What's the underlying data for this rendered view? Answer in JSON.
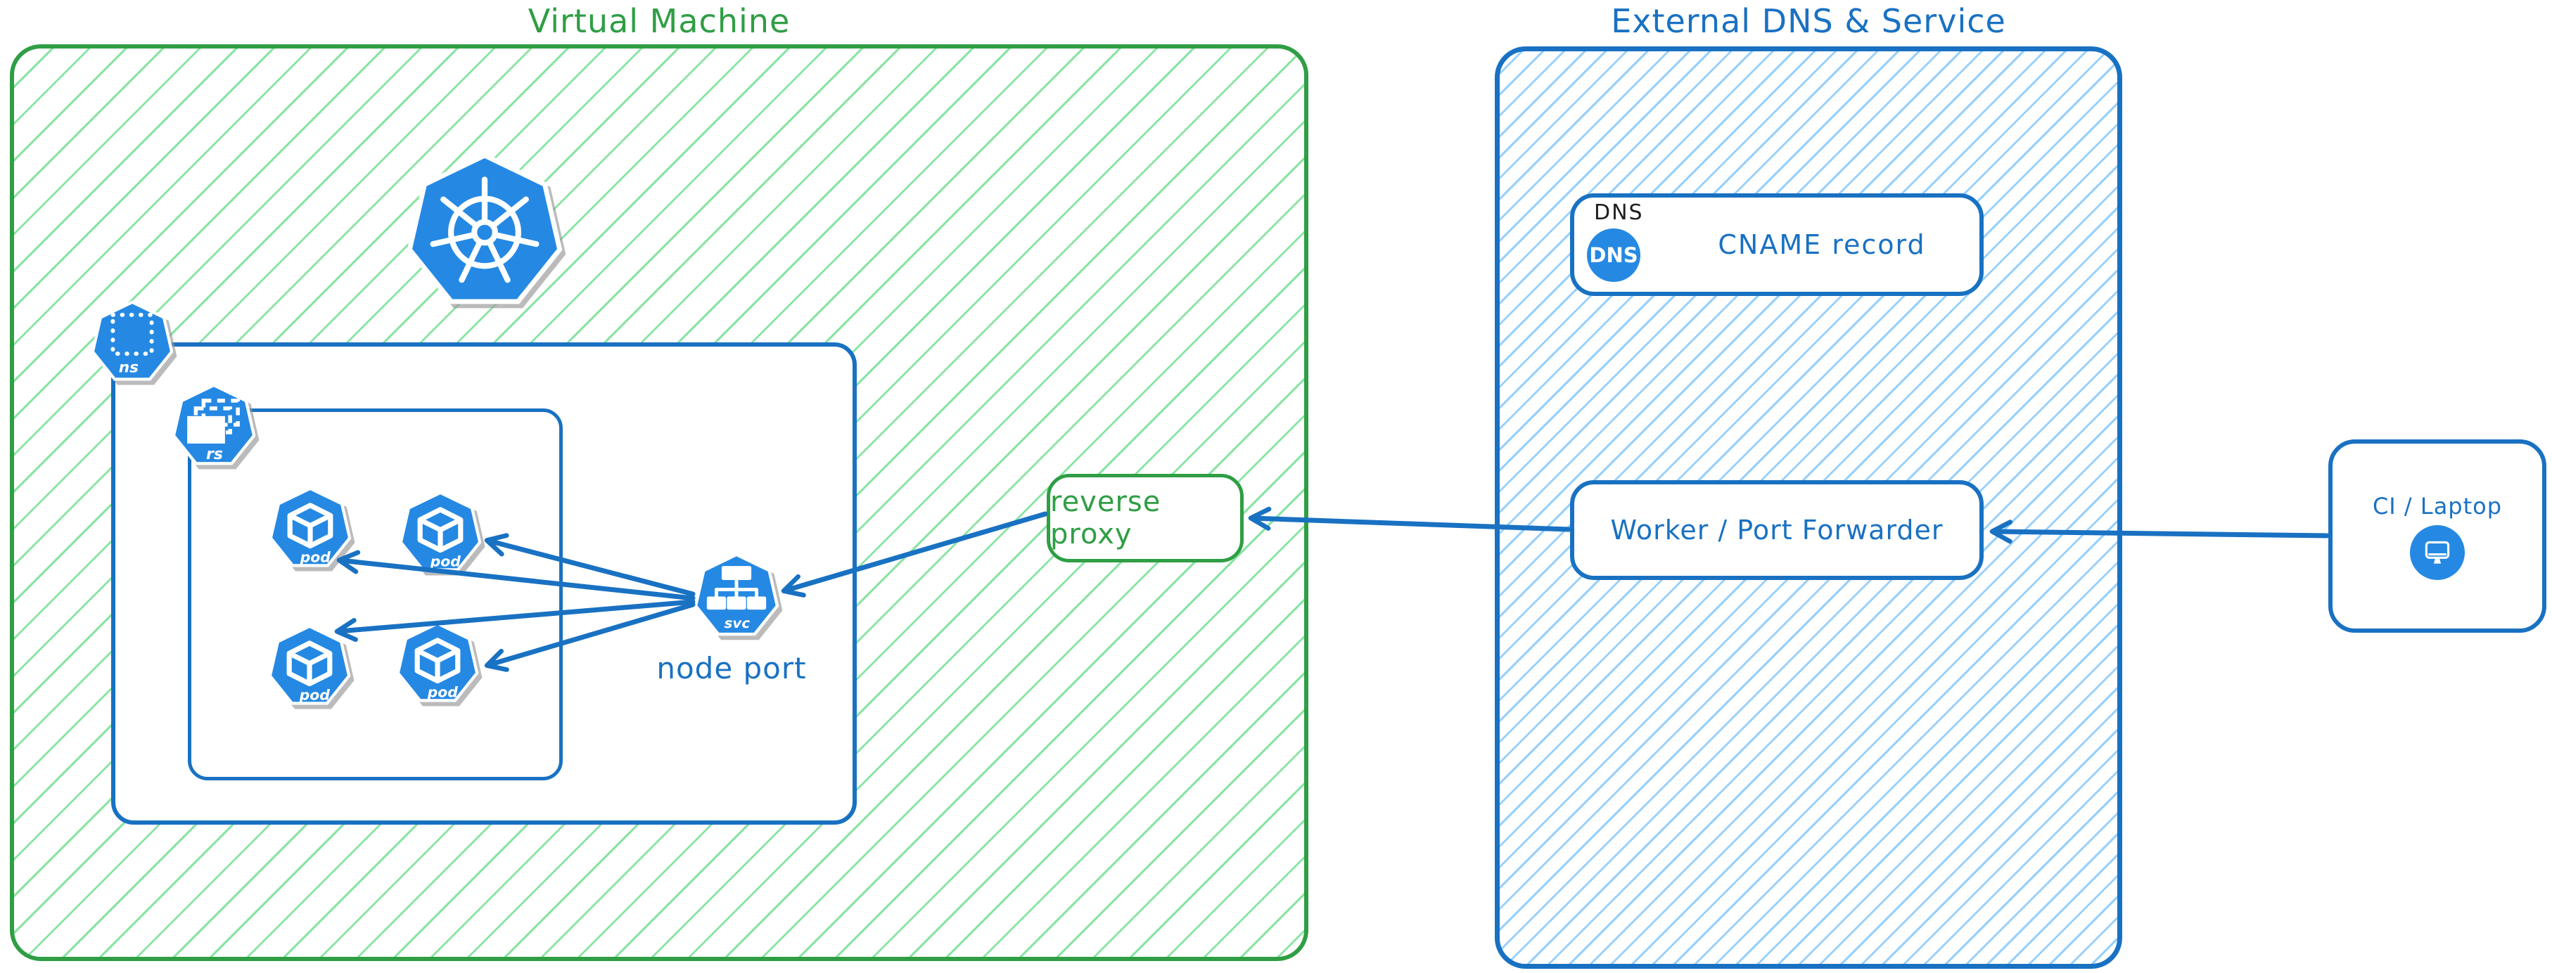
{
  "groups": {
    "vm": {
      "title": "Virtual Machine"
    },
    "external": {
      "title": "External DNS & Service"
    }
  },
  "kubernetes": {
    "namespace_label": "ns",
    "replicaset_label": "rs",
    "pod_label": "pod",
    "service_label": "svc",
    "service_caption": "node port"
  },
  "nodes": {
    "reverse_proxy": {
      "label": "reverse proxy"
    },
    "dns": {
      "tag": "DNS",
      "icon_text": "DNS",
      "record": "CNAME record"
    },
    "worker": {
      "label": "Worker / Port Forwarder"
    },
    "ci": {
      "label": "CI / Laptop"
    }
  },
  "colors": {
    "green_stroke": "#2f9e44",
    "green_hatch": "#57d97a",
    "blue_stroke": "#1971c2",
    "blue_hatch": "#74c0fc",
    "icon_blue": "#2589e3",
    "arrow_blue": "#1971c2",
    "dns_tag_text": "#1e1e1e"
  }
}
